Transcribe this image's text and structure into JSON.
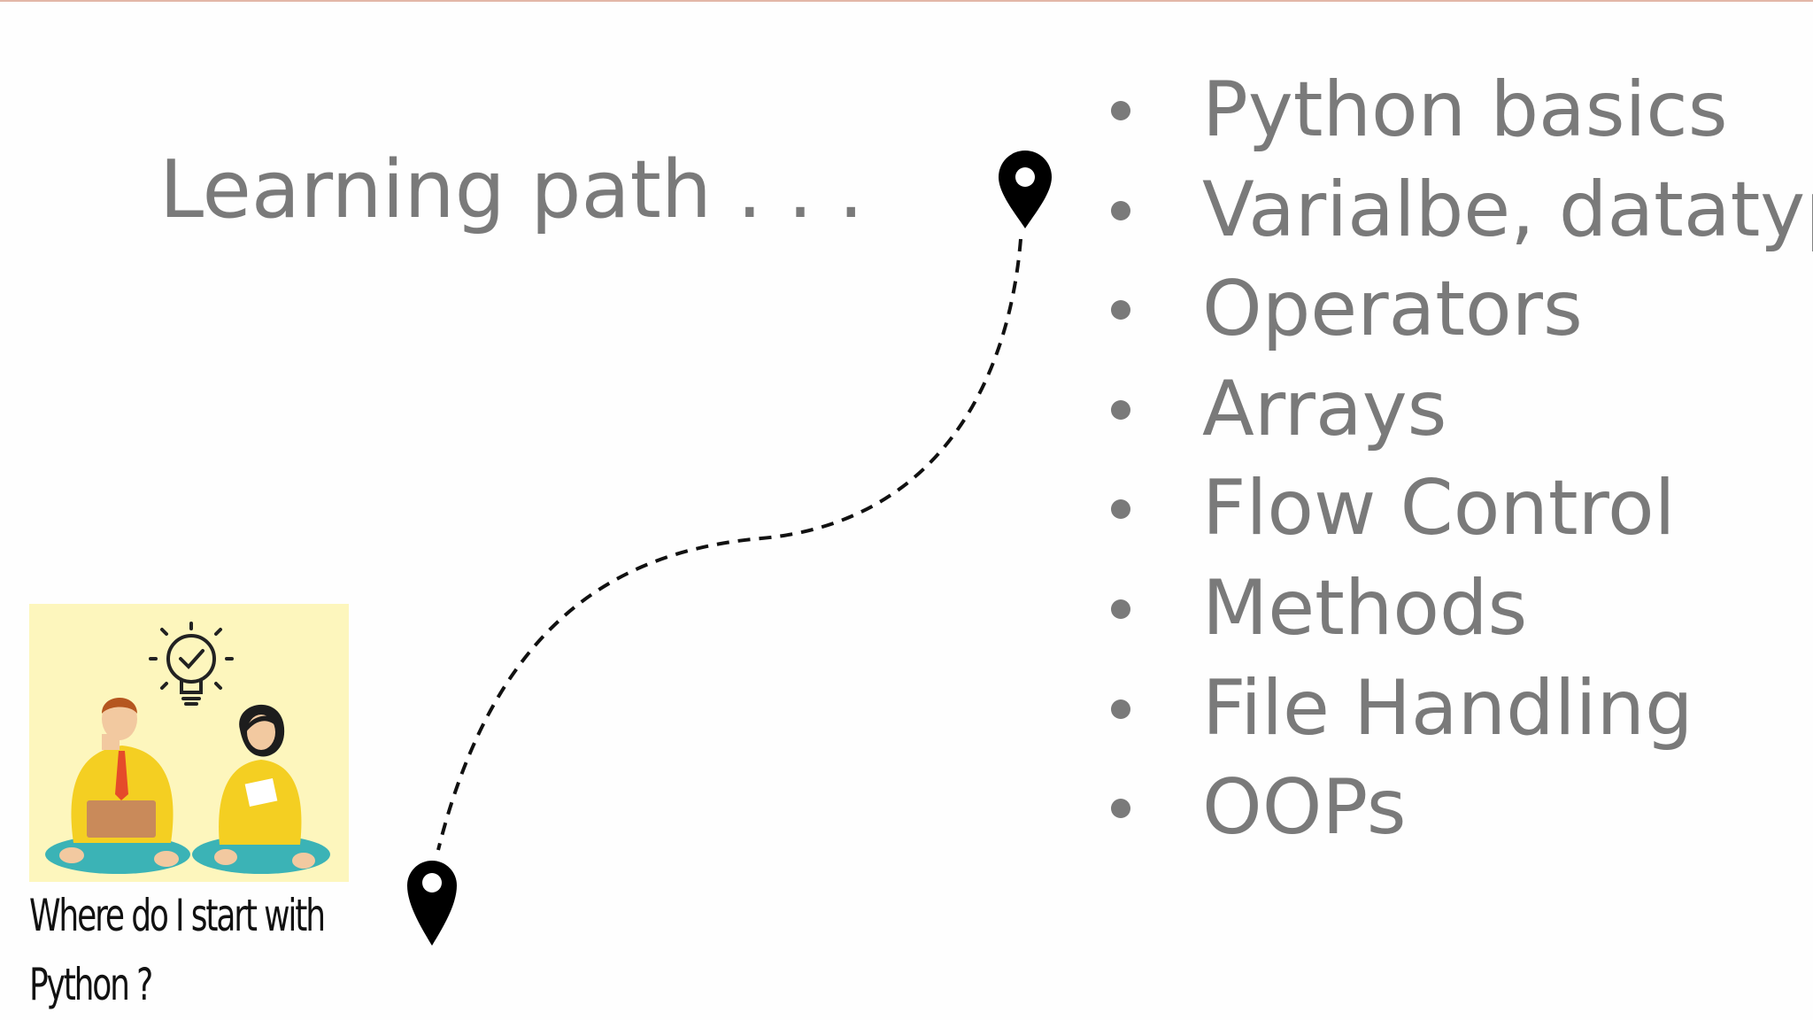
{
  "slide": {
    "title": "Learning path . . .",
    "topics": [
      "Python basics",
      "Varialbe, datatypes",
      "Operators",
      "Arrays",
      "Flow Control",
      "Methods",
      "File Handling",
      "OOPs"
    ],
    "caption_line1": "Where do I start with",
    "caption_line2": "Python ?",
    "icons": [
      "map-pin-icon",
      "lightbulb-check-icon"
    ],
    "colors": {
      "text": "#7a7a7a",
      "illustration_bg": "#fdf6bd",
      "shirt": "#f4cf22",
      "pants": "#3bb3b6",
      "laptop": "#c98a5a"
    }
  }
}
